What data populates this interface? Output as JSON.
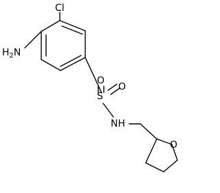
{
  "structure": {
    "atoms": [
      {
        "id": "cl",
        "text": "Cl"
      },
      {
        "id": "nh2",
        "text": "H",
        "sub": "2",
        "suffix": "N"
      },
      {
        "id": "o_top",
        "text": "O"
      },
      {
        "id": "s",
        "text": "S"
      },
      {
        "id": "o_bottom",
        "text": "O"
      },
      {
        "id": "nh",
        "text": "NH"
      },
      {
        "id": "o_ring",
        "text": "O"
      }
    ],
    "colors": {
      "bond": "#000000",
      "label": "#000000",
      "background": "#ffffff"
    }
  }
}
